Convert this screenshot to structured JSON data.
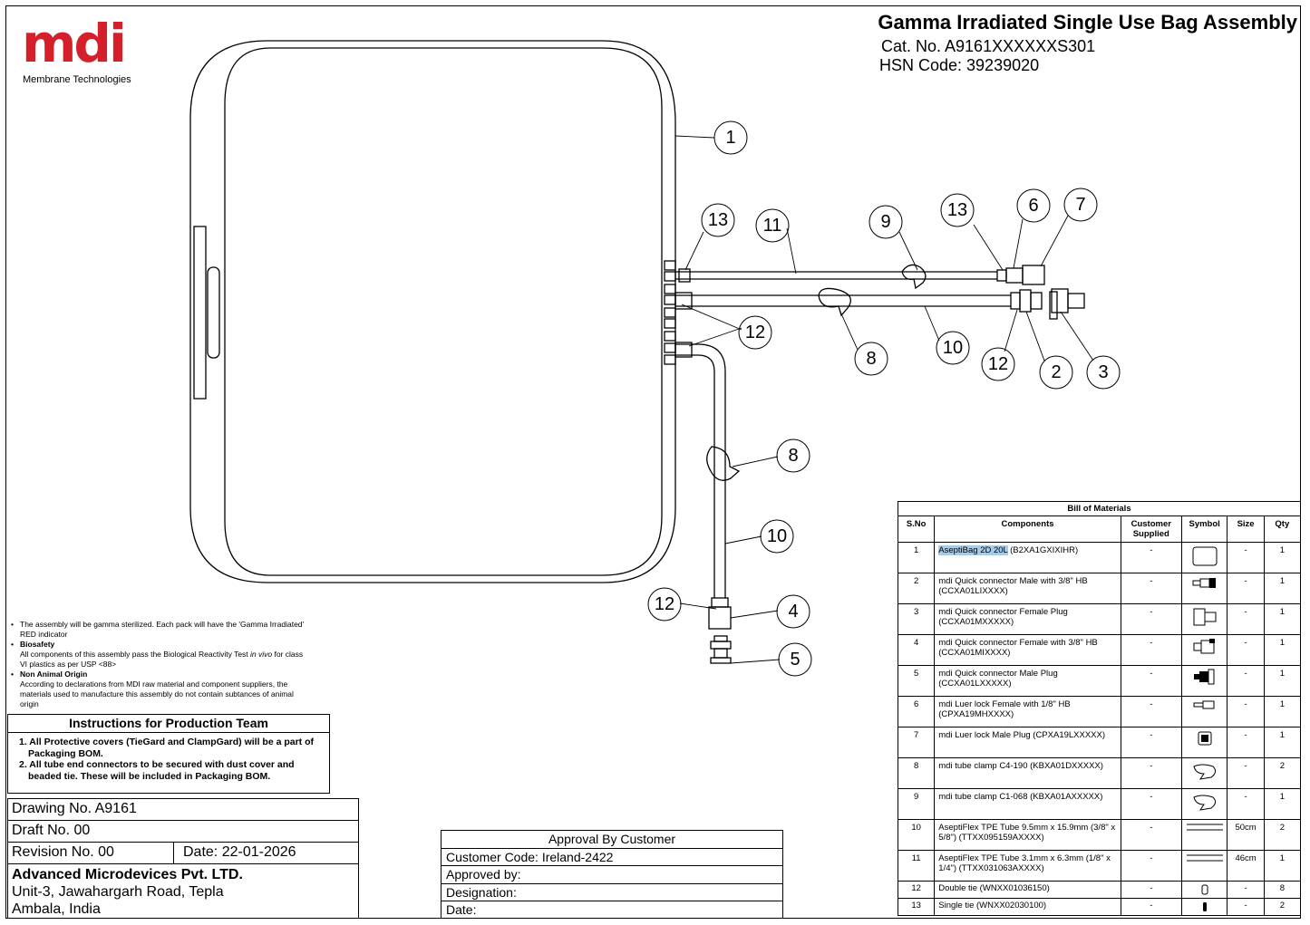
{
  "logo": {
    "text": "mdi",
    "subtitle": "Membrane Technologies"
  },
  "header": {
    "title": "Gamma Irradiated Single Use Bag Assembly",
    "cat_no": "Cat. No. A9161XXXXXXS301",
    "hsn_code": "HSN Code: 39239020"
  },
  "callouts": [
    "1",
    "13",
    "11",
    "9",
    "13",
    "6",
    "7",
    "12",
    "8",
    "10",
    "12",
    "2",
    "3",
    "8",
    "10",
    "12",
    "4",
    "5"
  ],
  "notes": {
    "note1": "The assembly will be gamma sterilized. Each pack will have the 'Gamma Irradiated' RED indicator",
    "biosafety_title": "Biosafety",
    "biosafety_text_a": "All components of this assembly pass the Biological Reactivity Test ",
    "biosafety_text_em": "in vivo",
    "biosafety_text_b": " for class VI plastics as per USP <88>",
    "nao_title": "Non Animal Origin",
    "nao_text": "According to declarations from MDI raw material and component suppliers, the materials used to manufacture this assembly do not contain subtances of animal origin"
  },
  "instructions": {
    "title": "Instructions for Production Team",
    "items": [
      "1. All Protective covers (TieGard and ClampGard) will be a part of Packaging BOM.",
      "2. All tube end connectors to be secured with dust cover and beaded tie. These will be included in Packaging BOM."
    ]
  },
  "title_block": {
    "drawing_no": "Drawing No. A9161",
    "draft_no": "Draft No. 00",
    "revision_no": "Revision No. 00",
    "date": "Date: 22-01-2026",
    "company": "Advanced Microdevices Pvt. LTD.",
    "address1": "Unit-3, Jawahargarh Road, Tepla",
    "address2": "Ambala, India"
  },
  "approval": {
    "title": "Approval By Customer",
    "customer_code": "Customer Code: Ireland-2422",
    "approved_by": "Approved by:",
    "designation": "Designation:",
    "date": "Date:"
  },
  "bom": {
    "caption": "Bill of Materials",
    "headers": [
      "S.No",
      "Components",
      "Customer Supplied",
      "Symbol",
      "Size",
      "Qty"
    ],
    "rows": [
      {
        "sno": "1",
        "name_hl": "AseptiBag 2D 20L",
        "name": " (B2XA1GXIXIHR)",
        "cs": "-",
        "symbol": "bag-symbol-icon",
        "size": "-",
        "qty": "1"
      },
      {
        "sno": "2",
        "name_hl": "",
        "name": "mdi Quick connector Male with 3/8\" HB (CCXA01LIXXXX)",
        "cs": "-",
        "symbol": "male-connector-icon",
        "size": "-",
        "qty": "1"
      },
      {
        "sno": "3",
        "name_hl": "",
        "name": "mdi Quick connector Female Plug (CCXA01MXXXXX)",
        "cs": "-",
        "symbol": "female-plug-icon",
        "size": "-",
        "qty": "1"
      },
      {
        "sno": "4",
        "name_hl": "",
        "name": "mdi Quick connector Female with 3/8\" HB (CCXA01MIXXXX)",
        "cs": "-",
        "symbol": "female-connector-icon",
        "size": "-",
        "qty": "1"
      },
      {
        "sno": "5",
        "name_hl": "",
        "name": "mdi Quick connector Male Plug (CCXA01LXXXXX)",
        "cs": "-",
        "symbol": "male-plug-icon",
        "size": "-",
        "qty": "1"
      },
      {
        "sno": "6",
        "name_hl": "",
        "name": "mdi Luer lock Female with 1/8\" HB (CPXA19MHXXXX)",
        "cs": "-",
        "symbol": "luer-female-icon",
        "size": "-",
        "qty": "1"
      },
      {
        "sno": "7",
        "name_hl": "",
        "name": "mdi Luer lock Male Plug (CPXA19LXXXXX)",
        "cs": "-",
        "symbol": "luer-male-plug-icon",
        "size": "-",
        "qty": "1"
      },
      {
        "sno": "8",
        "name_hl": "",
        "name": "mdi tube clamp C4-190 (KBXA01DXXXXX)",
        "cs": "-",
        "symbol": "clamp-icon",
        "size": "-",
        "qty": "2"
      },
      {
        "sno": "9",
        "name_hl": "",
        "name": "mdi tube clamp C1-068 (KBXA01AXXXXX)",
        "cs": "-",
        "symbol": "clamp-icon",
        "size": "-",
        "qty": "1"
      },
      {
        "sno": "10",
        "name_hl": "",
        "name": "AseptiFlex TPE Tube 9.5mm x 15.9mm (3/8\" x 5/8\") (TTXX095159AXXXX)",
        "cs": "-",
        "symbol": "tube-icon",
        "size": "50cm",
        "qty": "2"
      },
      {
        "sno": "11",
        "name_hl": "",
        "name": "AseptiFlex TPE Tube 3.1mm x 6.3mm (1/8\" x 1/4\") (TTXX031063AXXXX)",
        "cs": "-",
        "symbol": "tube-icon",
        "size": "46cm",
        "qty": "1"
      },
      {
        "sno": "12",
        "name_hl": "",
        "name": "Double tie (WNXX01036150)",
        "cs": "-",
        "symbol": "double-tie-icon",
        "size": "-",
        "qty": "8"
      },
      {
        "sno": "13",
        "name_hl": "",
        "name": "Single tie (WNXX02030100)",
        "cs": "-",
        "symbol": "single-tie-icon",
        "size": "-",
        "qty": "2"
      }
    ]
  },
  "colors": {
    "brand": "#d51f2b",
    "highlight": "#a8cbe8"
  }
}
